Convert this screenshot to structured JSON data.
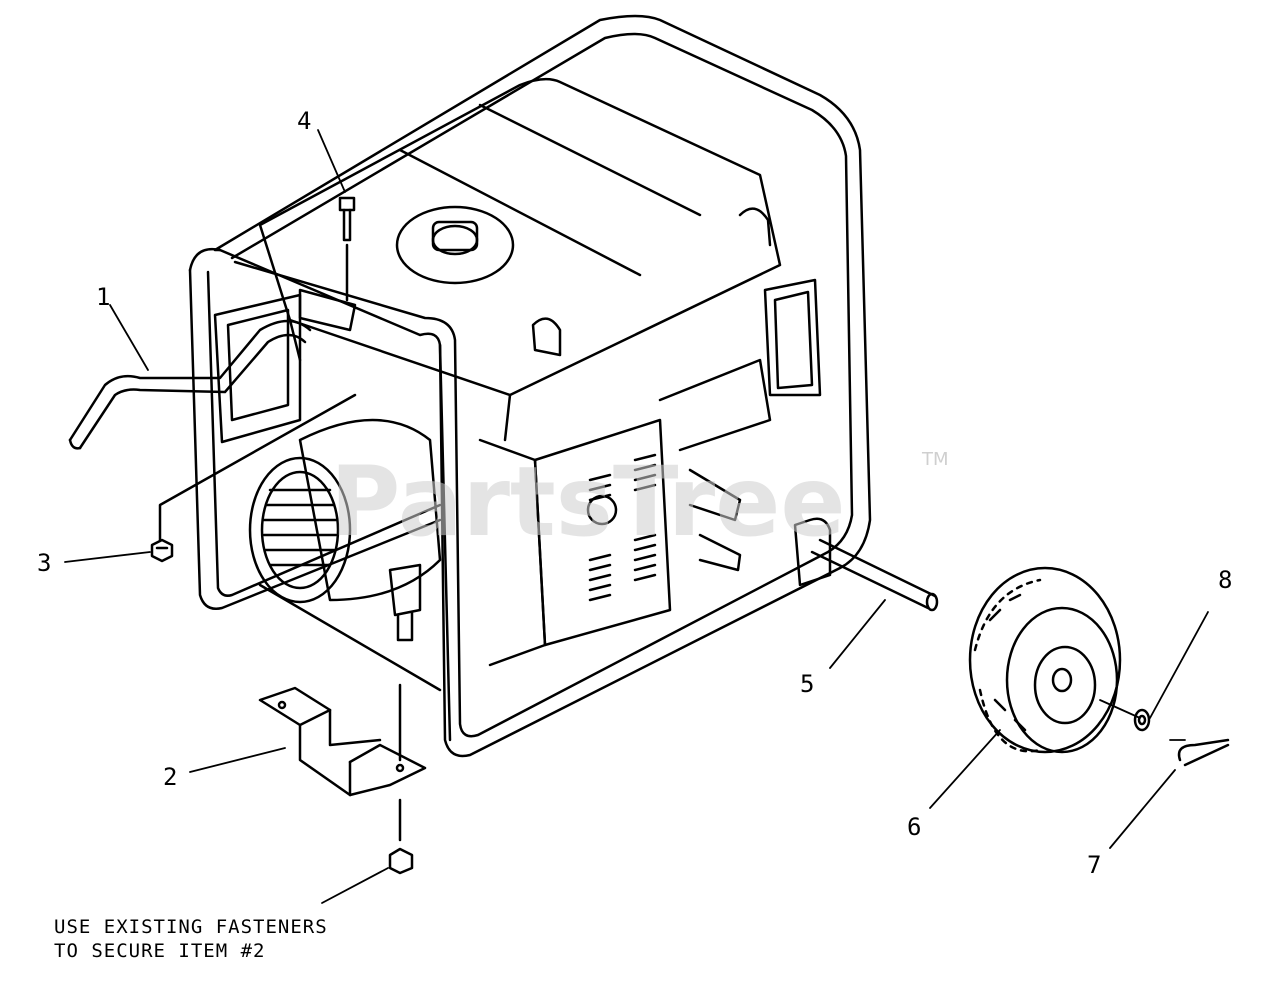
{
  "callouts": [
    "1",
    "2",
    "3",
    "4",
    "5",
    "6",
    "7",
    "8"
  ],
  "note": {
    "line1": "USE EXISTING FASTENERS",
    "line2": "TO SECURE ITEM #2"
  },
  "watermark": {
    "text": "PartsTree",
    "trademark": "TM"
  },
  "colors": {
    "ink": "#000000",
    "background": "#ffffff",
    "watermark": "#cfcfcf"
  }
}
